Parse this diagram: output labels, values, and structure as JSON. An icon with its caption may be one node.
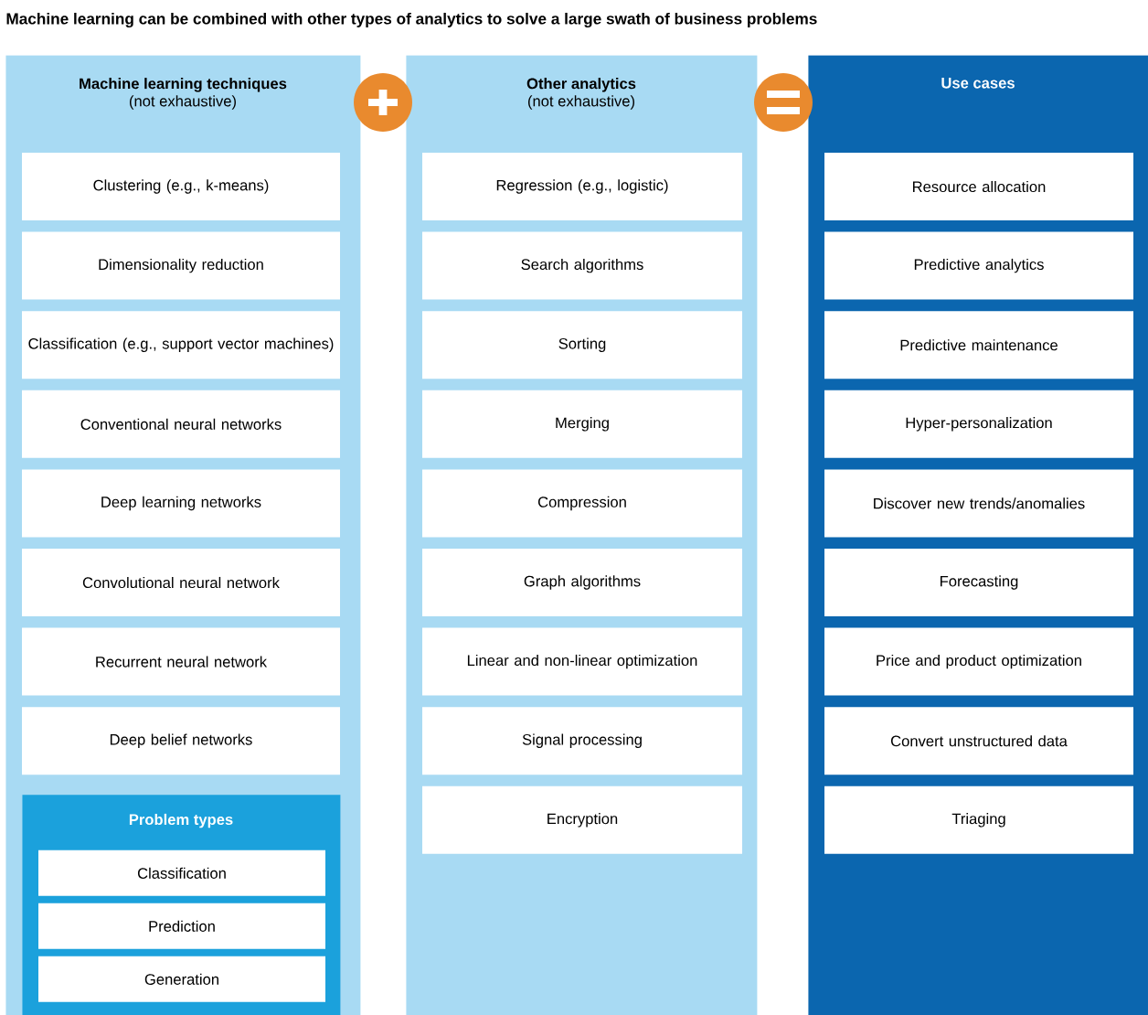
{
  "diagram": {
    "title": "Machine learning can be combined with other types of analytics to solve a large swath of business problems",
    "nodes": [
      {
        "text": [
          "Machine learning techniques",
          "(not exhaustive)"
        ]
      },
      {
        "text": [
          "Clustering (e.g., k-means)"
        ],
        "in": 0
      },
      {
        "text": [
          "Dimensionality reduction"
        ],
        "in": 0
      },
      {
        "text": [
          "Classification (e.g., support vector machines)"
        ],
        "in": 0
      },
      {
        "text": [
          "Conventional neural networks"
        ],
        "in": 0
      },
      {
        "text": [
          "Deep learning networks"
        ],
        "in": 0
      },
      {
        "text": [
          "Convolutional neural network"
        ],
        "in": 0
      },
      {
        "text": [
          "Recurrent neural network"
        ],
        "in": 0
      },
      {
        "text": [
          "Deep belief networks"
        ],
        "in": 0
      },
      {
        "text": [
          "Problem types"
        ],
        "in": 0
      },
      {
        "text": [
          "Classification"
        ],
        "in": 9
      },
      {
        "text": [
          "Prediction"
        ],
        "in": 9
      },
      {
        "text": [
          "Generation"
        ],
        "in": 9
      },
      {
        "text": [
          "Other analytics",
          "(not exhaustive)"
        ]
      },
      {
        "text": [
          "Regression (e.g., logistic)"
        ],
        "in": 13
      },
      {
        "text": [
          "Search algorithms"
        ],
        "in": 13
      },
      {
        "text": [
          "Sorting"
        ],
        "in": 13
      },
      {
        "text": [
          "Merging"
        ],
        "in": 13
      },
      {
        "text": [
          "Compression"
        ],
        "in": 13
      },
      {
        "text": [
          "Graph algorithms"
        ],
        "in": 13
      },
      {
        "text": [
          "Linear and non-linear optimization"
        ],
        "in": 13
      },
      {
        "text": [
          "Signal processing"
        ],
        "in": 13
      },
      {
        "text": [
          "Encryption"
        ],
        "in": 13
      },
      {
        "text": [
          "Use cases"
        ]
      },
      {
        "text": [
          "Resource allocation"
        ],
        "in": 23
      },
      {
        "text": [
          "Predictive analytics"
        ],
        "in": 23
      },
      {
        "text": [
          "Predictive maintenance"
        ],
        "in": 23
      },
      {
        "text": [
          "Hyper-personalization"
        ],
        "in": 23
      },
      {
        "text": [
          "Discover new trends/anomalies"
        ],
        "in": 23
      },
      {
        "text": [
          "Forecasting"
        ],
        "in": 23
      },
      {
        "text": [
          "Price and product optimization"
        ],
        "in": 23
      },
      {
        "text": [
          "Convert unstructured data"
        ],
        "in": 23
      },
      {
        "text": [
          "Triaging"
        ],
        "in": 23
      }
    ]
  }
}
